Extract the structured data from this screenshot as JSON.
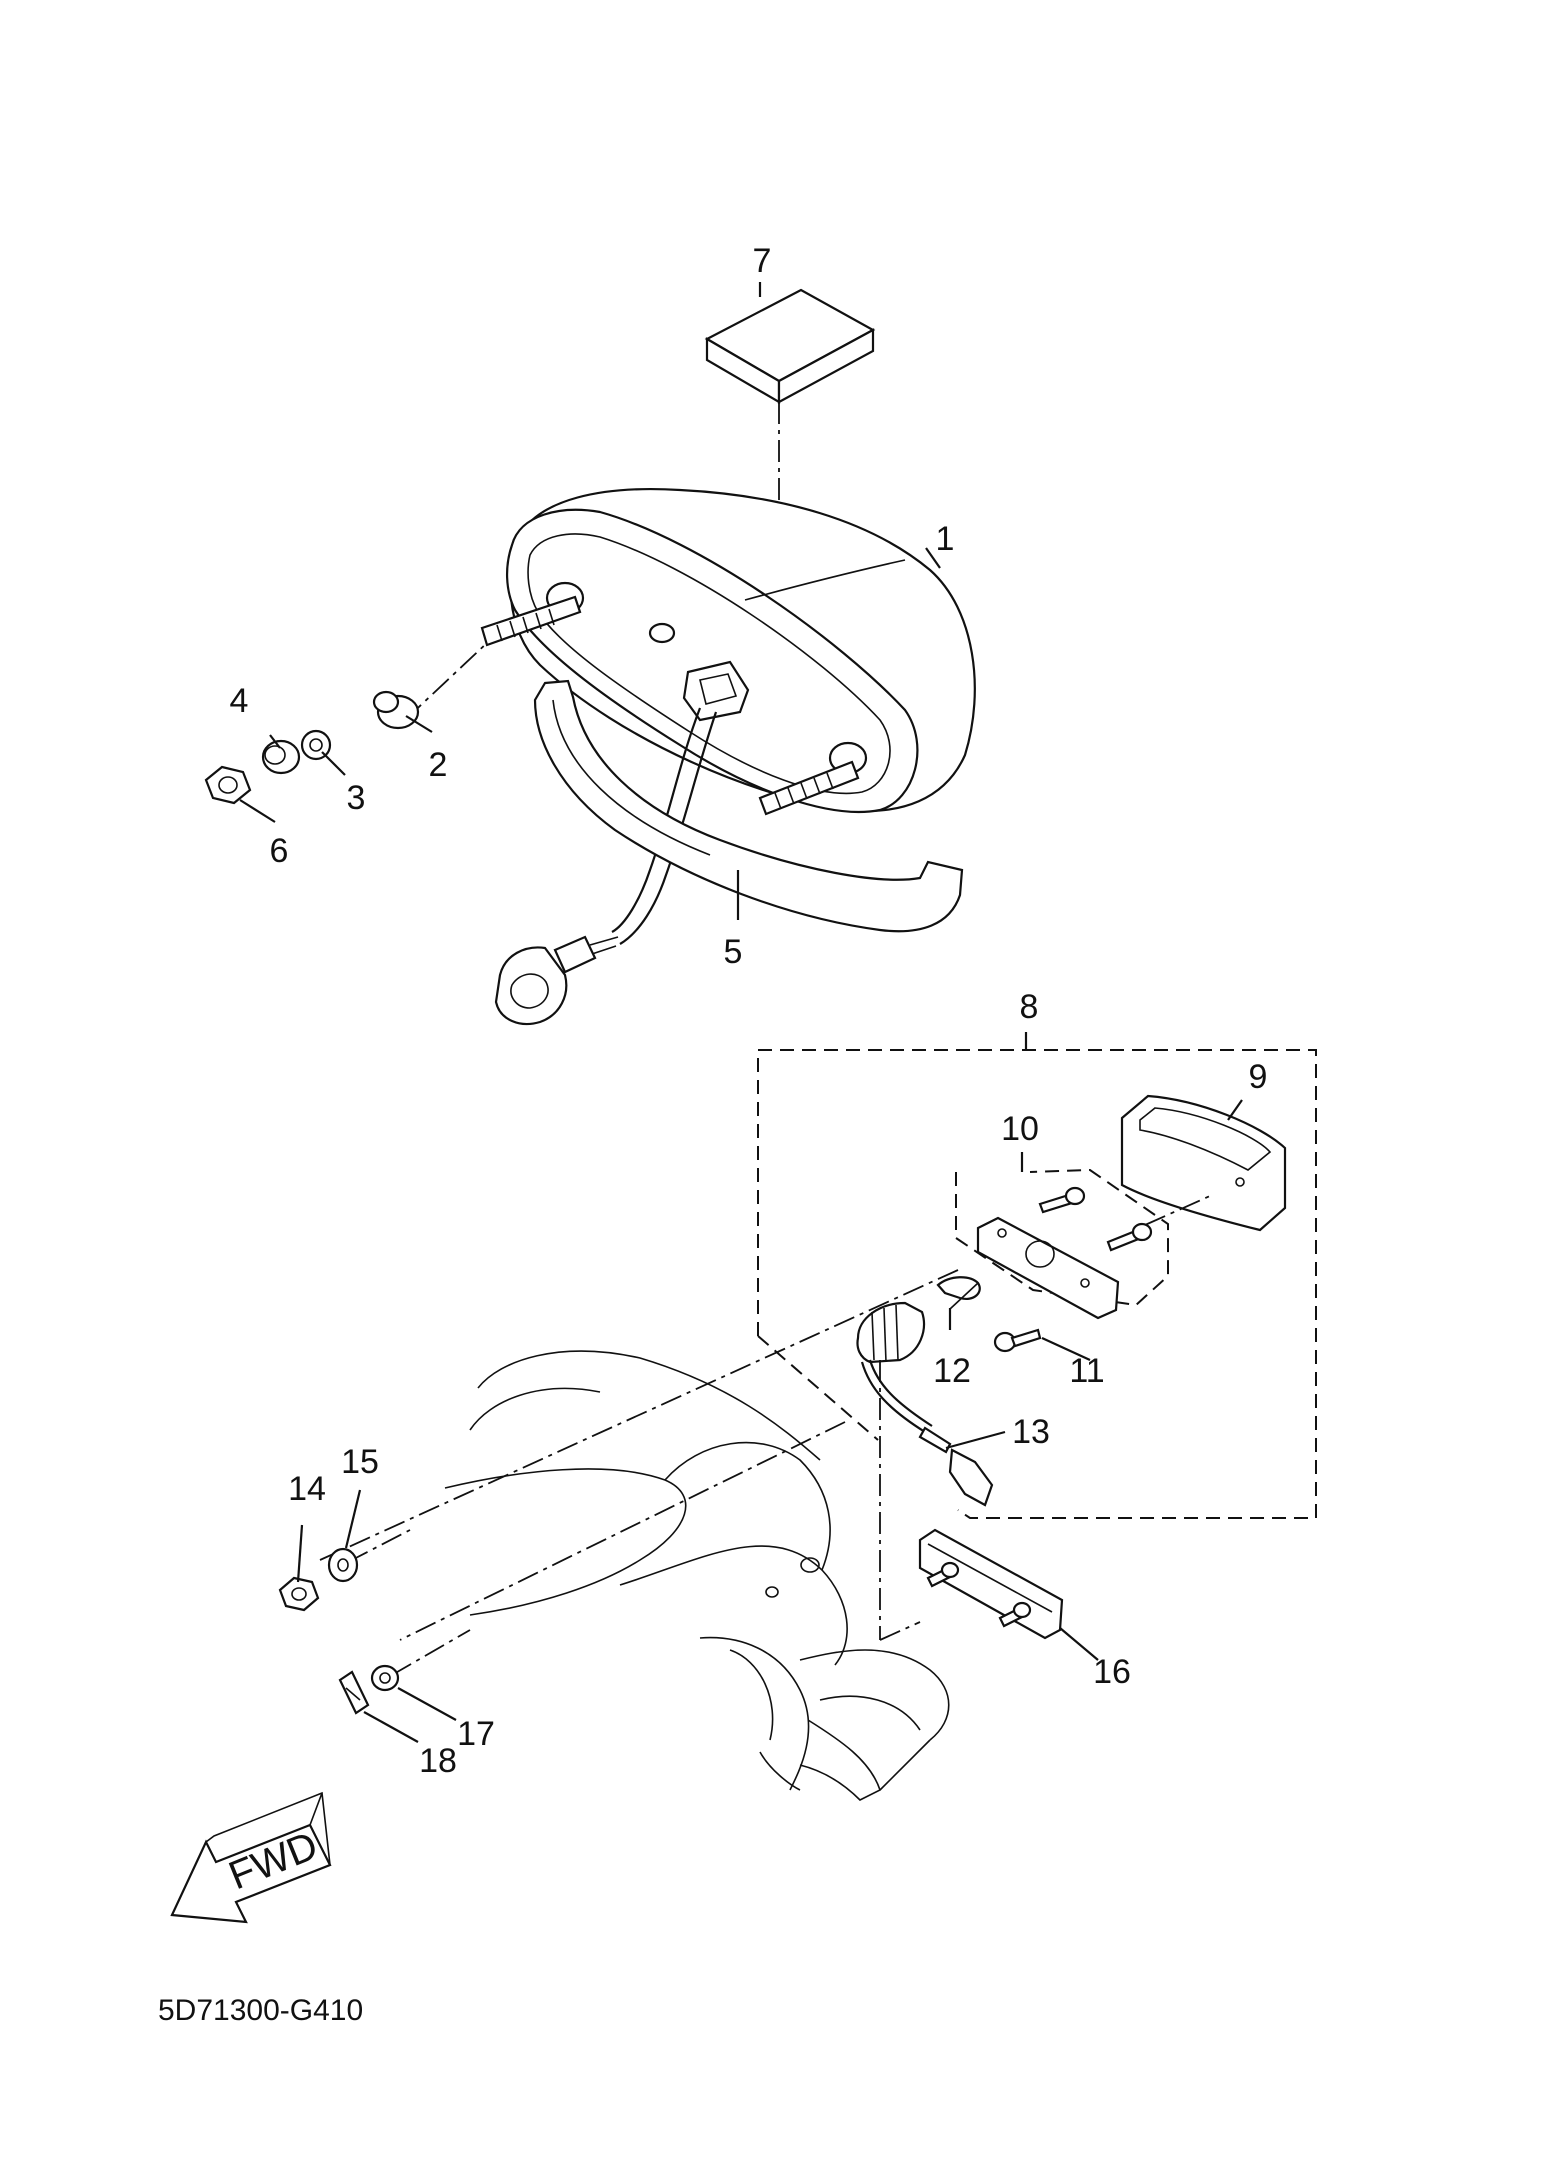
{
  "diagram": {
    "part_callouts": [
      "1",
      "2",
      "3",
      "4",
      "5",
      "6",
      "7",
      "8",
      "9",
      "10",
      "11",
      "12",
      "13",
      "14",
      "15",
      "16",
      "17",
      "18"
    ],
    "direction_marker": "FWD",
    "drawing_code": "5D71300-G410"
  }
}
